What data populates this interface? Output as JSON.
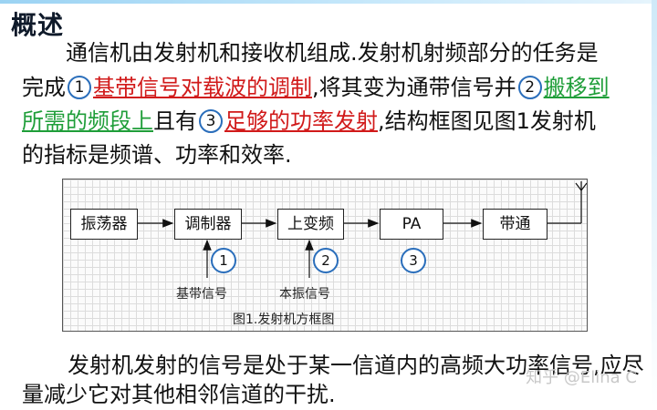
{
  "title": "概述",
  "paragraph": {
    "line1": "通信机由发射机和接收机组成.发射机射频部分的任务是",
    "line2_a": "完成",
    "num1": "1",
    "task1": "基带信号对载波的调制",
    "line2_b": ",将其变为通带信号并",
    "num2": "2",
    "task2_part1": "搬移到",
    "task2_part2": "所需的频段上",
    "line3_a": "且有",
    "num3": "3",
    "task3": "足够的功率发射",
    "line3_b": ",结构框图见图1发射机",
    "line4": "的指标是频谱、功率和效率."
  },
  "diagram": {
    "blocks": [
      "振荡器",
      "调制器",
      "上变频",
      "PA",
      "带通"
    ],
    "markers": [
      "1",
      "2",
      "3"
    ],
    "input_labels": [
      "基带信号",
      "本振信号"
    ],
    "caption": "图1.发射机方框图"
  },
  "bottom": {
    "line1": "发射机发射的信号是处于某一信道内的高频大功率信号,应尽",
    "line2": "量减少它对其他相邻信道的干扰."
  },
  "watermark": "知乎 @Elina C",
  "colors": {
    "red_highlight": "#d11a1a",
    "green_highlight": "#1f9e39",
    "marker_circle": "#2a6ebb"
  }
}
